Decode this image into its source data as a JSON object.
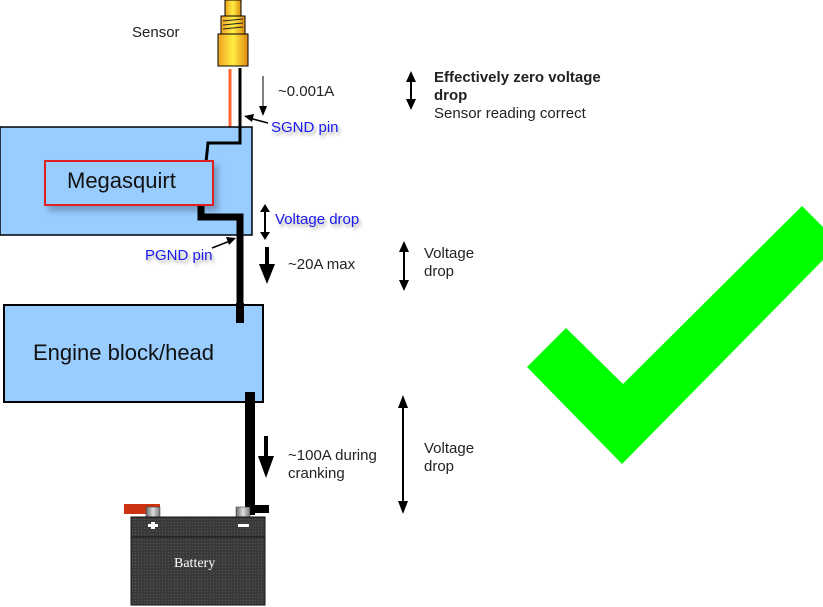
{
  "diagram": {
    "components": {
      "sensor": {
        "label": "Sensor"
      },
      "megasquirt": {
        "label": "Megasquirt"
      },
      "engine": {
        "label": "Engine block/head"
      },
      "battery": {
        "label": "Battery",
        "positive_symbol": "+",
        "negative_symbol": "−"
      }
    },
    "pins": {
      "sgnd": "SGND pin",
      "pgnd": "PGND pin"
    },
    "currents": {
      "sensor_current": "~0.001A",
      "pgnd_current": "~20A max",
      "cranking_current_line1": "~100A during",
      "cranking_current_line2": "cranking"
    },
    "voltage_notes": {
      "sensor_note_bold_line1": "Effectively zero voltage",
      "sensor_note_bold_line2": "drop",
      "sensor_note_line3": "Sensor reading correct",
      "megasquirt_internal_drop": "Voltage drop",
      "pgnd_drop_line1": "Voltage",
      "pgnd_drop_line2": "drop",
      "engine_drop_line1": "Voltage",
      "engine_drop_line2": "drop"
    },
    "verdict": {
      "icon": "checkmark-icon",
      "meaning": "correct wiring",
      "color": "#00ff00"
    },
    "colors": {
      "box_fill": "#99ccff",
      "label_border": "#e02020",
      "pin_label": "#1a1aee",
      "signal_wire": "#ff6633",
      "ground_wire": "#000000",
      "sensor_body": "#ffcc00"
    }
  }
}
